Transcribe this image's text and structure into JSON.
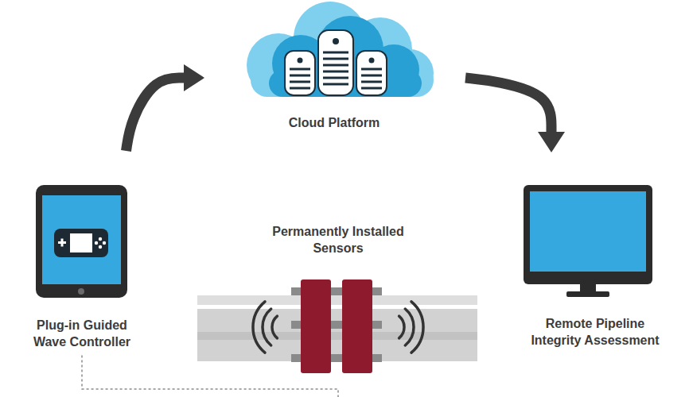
{
  "diagram": {
    "nodes": [
      {
        "text": [
          "Cloud Platform"
        ]
      },
      {
        "text": [
          "Plug-in Guided Wave Controller"
        ]
      },
      {
        "text": [
          "Permanently Installed Sensors"
        ]
      },
      {
        "text": [
          "Remote Pipeline Integrity Assessment"
        ]
      }
    ],
    "edges": [
      {
        "from": 1,
        "to": 0,
        "arrow": "to"
      },
      {
        "from": 0,
        "to": 3,
        "arrow": "to"
      },
      {
        "from": 1,
        "to": 2,
        "arrow": "none"
      }
    ]
  }
}
